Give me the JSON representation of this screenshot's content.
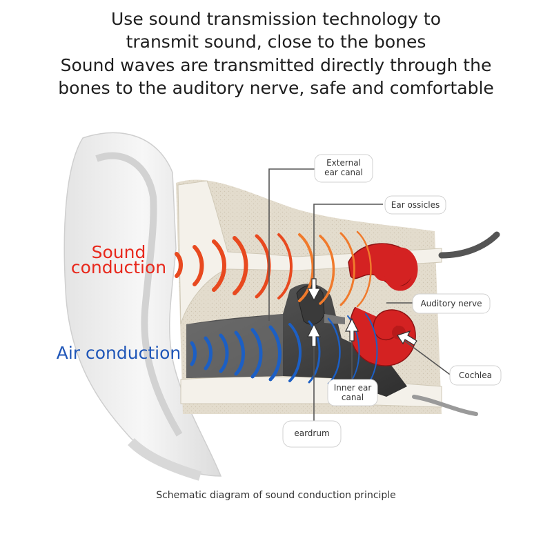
{
  "headline": {
    "line1": "Use sound transmission technology to",
    "line2": "transmit sound, close to the bones",
    "line3": "Sound waves are transmitted directly through the",
    "line4": "bones to the auditory nerve, safe and comfortable"
  },
  "labels": {
    "sound_conduction_1": "Sound",
    "sound_conduction_2": "conduction",
    "air_conduction": "Air conduction",
    "external_ear_canal_1": "External",
    "external_ear_canal_2": "ear canal",
    "ear_ossicles": "Ear ossicles",
    "auditory_nerve": "Auditory nerve",
    "cochlea": "Cochlea",
    "inner_ear_canal_1": "Inner ear",
    "inner_ear_canal_2": "canal",
    "eardrum": "eardrum"
  },
  "caption": "Schematic diagram of sound conduction principle",
  "colors": {
    "sound_wave": "#e8491f",
    "sound_wave_light": "#f07a2c",
    "air_wave": "#1c5fc4",
    "sound_text": "#e8281c",
    "air_text": "#1f56b8",
    "cochlea": "#d42222"
  }
}
